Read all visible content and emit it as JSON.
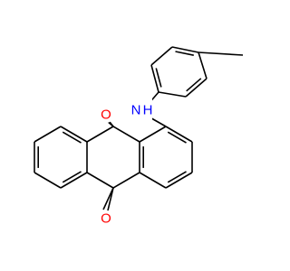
{
  "structure": {
    "atoms": {
      "oxygen_top": "O",
      "oxygen_bottom": "O",
      "amine_n": "N",
      "amine_h": "H"
    }
  },
  "colors": {
    "background": "#ffffff",
    "bond": "#000000",
    "oxygen": "#ff0000",
    "nitrogen": "#0000ff"
  }
}
